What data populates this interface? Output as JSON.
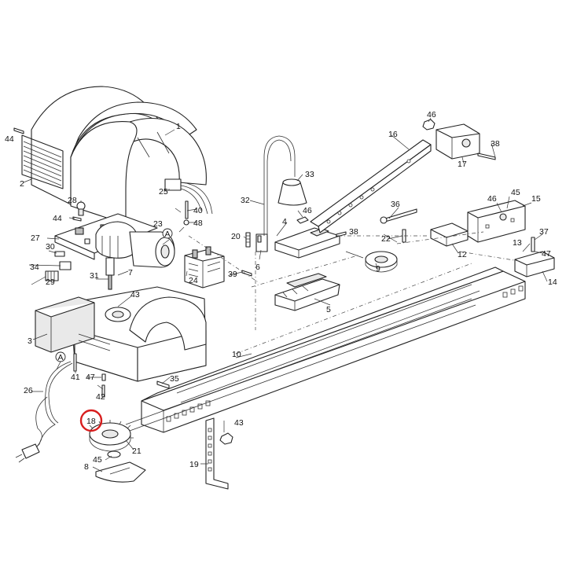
{
  "labels": {
    "l1": "1",
    "l2": "2",
    "l3": "3",
    "l4": "4",
    "l5": "5",
    "l6": "6",
    "l7": "7",
    "l8": "8",
    "l9": "9",
    "l10": "10",
    "l12": "12",
    "l13": "13",
    "l14": "14",
    "l15": "15",
    "l16": "16",
    "l17": "17",
    "l18": "18",
    "l19": "19",
    "l20": "20",
    "l21": "21",
    "l22": "22",
    "l23": "23",
    "l24": "24",
    "l25": "25",
    "l26": "26",
    "l27": "27",
    "l28": "28",
    "l29": "29",
    "l30": "30",
    "l31": "31",
    "l32": "32",
    "l33": "33",
    "l34": "34",
    "l35": "35",
    "l36": "36",
    "l37": "37",
    "l38a": "38",
    "l38b": "38",
    "l39": "39",
    "l40": "40",
    "l41": "41",
    "l42": "42",
    "l43a": "43",
    "l43b": "43",
    "l44a": "44",
    "l44b": "44",
    "l45a": "45",
    "l45b": "45",
    "l46a": "46",
    "l46b": "46",
    "l46c": "46",
    "l47a": "47",
    "l47b": "47",
    "l48": "48",
    "la1": "A",
    "la2": "A"
  },
  "highlight": {
    "color": "#d81e1e",
    "part": "18"
  }
}
